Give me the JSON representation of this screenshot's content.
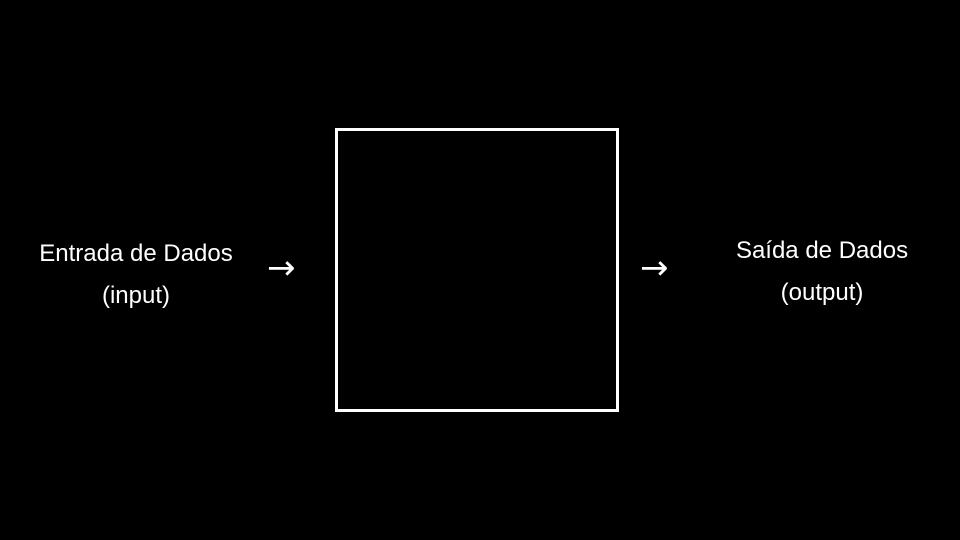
{
  "diagram": {
    "input": {
      "title": "Entrada de Dados",
      "subtitle": "(input)"
    },
    "output": {
      "title": "Saída de Dados",
      "subtitle": "(output)"
    },
    "arrow_in_glyph": "→",
    "arrow_out_glyph": "→"
  },
  "colors": {
    "background": "#000000",
    "foreground": "#ffffff"
  },
  "icons": {
    "arrow_in": "right-arrow-icon",
    "arrow_out": "right-arrow-icon"
  }
}
